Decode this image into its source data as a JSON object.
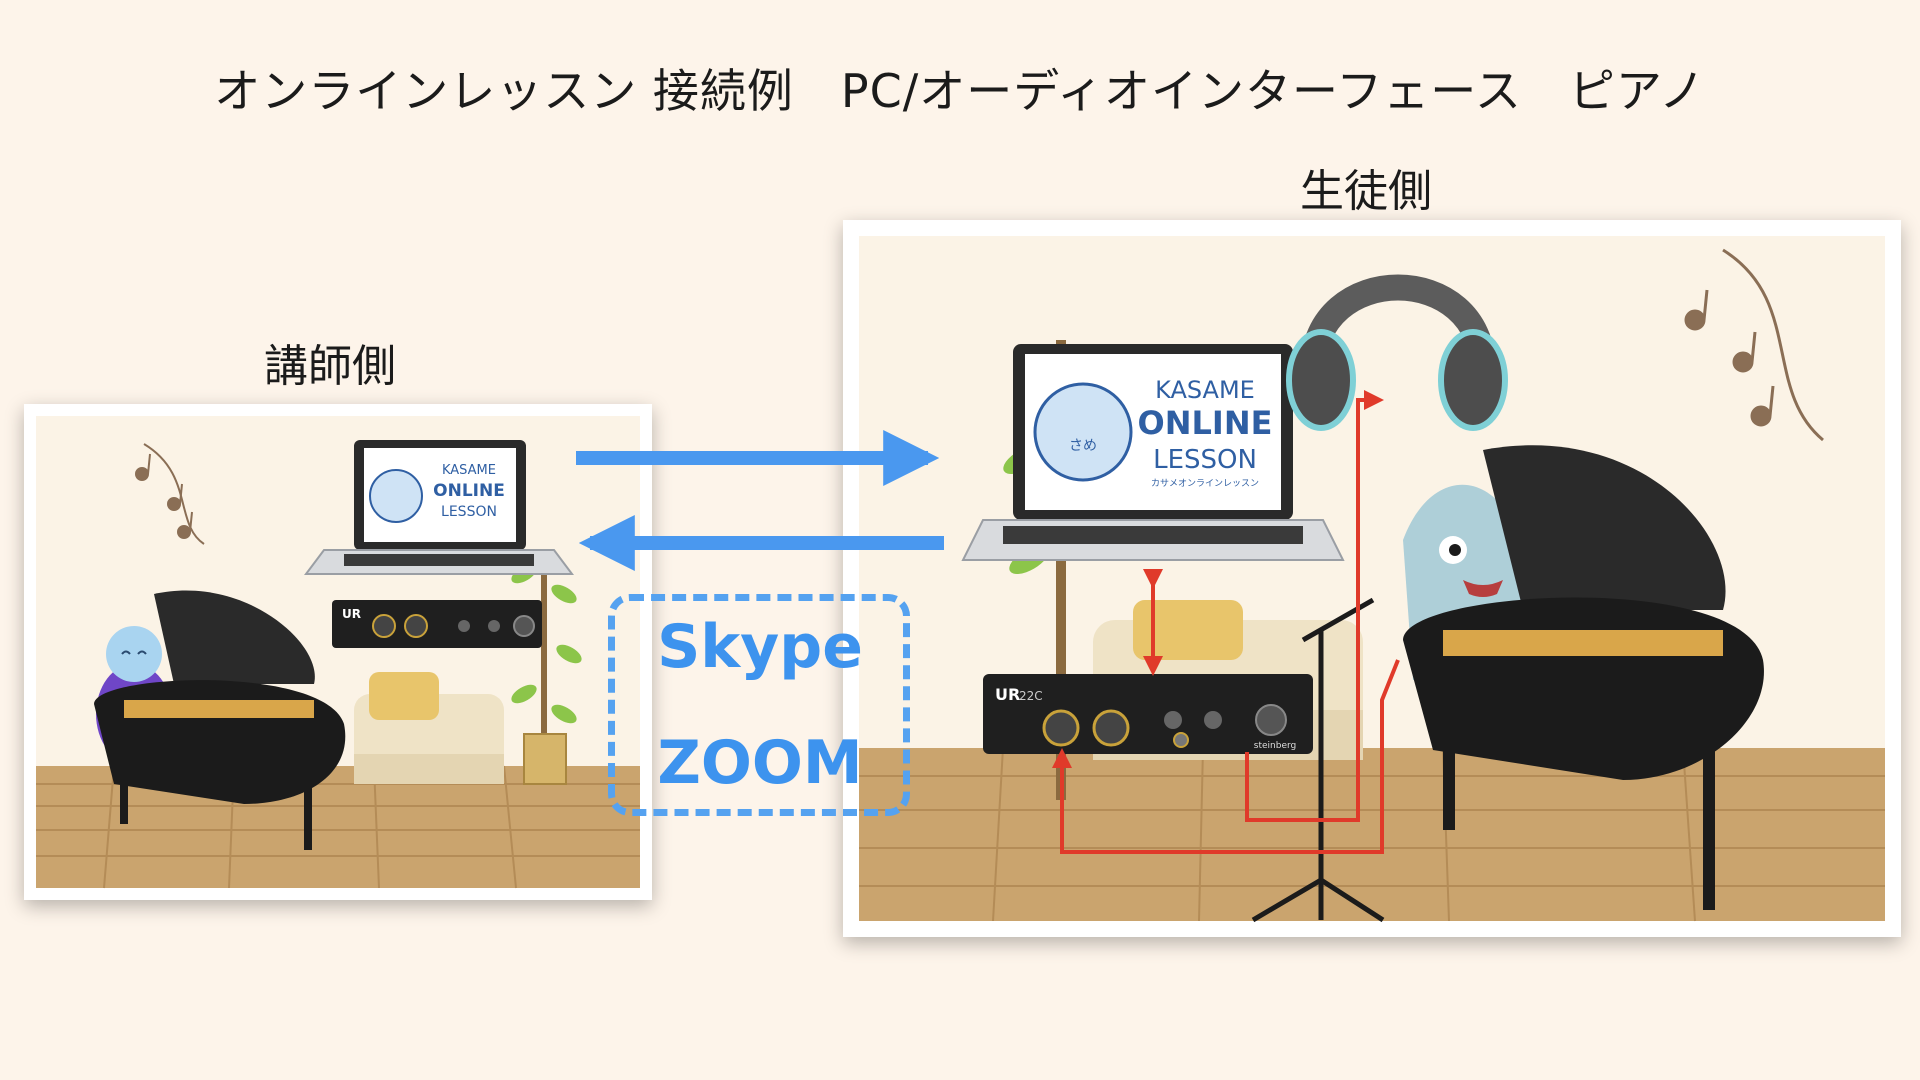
{
  "title": "オンラインレッスン 接続例　PC/オーディオインターフェース　ピアノ",
  "teacher_label": "講師側",
  "student_label": "生徒側",
  "platforms": [
    "Skype",
    "ZOOM"
  ],
  "laptop_screen": {
    "brand_line1": "KASAME",
    "brand_line2": "ONLINE",
    "brand_line3": "LESSON",
    "brand_sub": "カサメオンラインレッスン",
    "mascot_tag": "さめ"
  },
  "interface": {
    "model": "UR",
    "model_suffix": "22C",
    "maker": "steinberg"
  },
  "colors": {
    "background": "#fdf4ea",
    "connection_arrow": "#4a98ef",
    "cable": "#e03a2a",
    "wall": "#fbf3e6",
    "floor": "#c9a36c"
  }
}
